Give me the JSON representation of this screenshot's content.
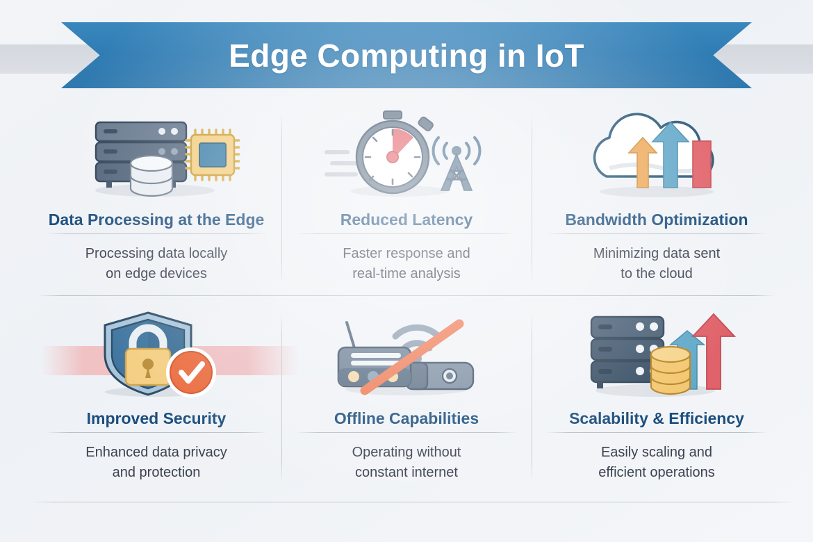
{
  "banner": {
    "title": "Edge Computing in IoT",
    "ribbon_color": "#3079ae",
    "band_color": "#d3d7dd"
  },
  "theme": {
    "background": "#eef1f5",
    "heading_color": "#1c4e7d",
    "body_text_color": "#3b4250",
    "divider_color": "#bcc2ca",
    "accent_blue": "#4a90bd",
    "accent_orange": "#e8a15c",
    "accent_red": "#e2626a",
    "accent_yellow": "#f3cd7e",
    "slate": "#4e6175"
  },
  "cards": [
    {
      "icon": "server-chip-database-icon",
      "title": "Data Processing at the Edge",
      "desc_line1": "Processing data locally",
      "desc_line2": "on edge devices"
    },
    {
      "icon": "stopwatch-signal-tower-icon",
      "title": "Reduced Latency",
      "desc_line1": "Faster response and",
      "desc_line2": "real-time analysis"
    },
    {
      "icon": "cloud-bar-arrows-icon",
      "title": "Bandwidth Optimization",
      "desc_line1": "Minimizing data sent",
      "desc_line2": "to the cloud"
    },
    {
      "icon": "shield-lock-check-icon",
      "title": "Improved Security",
      "desc_line1": "Enhanced data privacy",
      "desc_line2": "and protection"
    },
    {
      "icon": "router-wifi-disabled-icon",
      "title": "Offline Capabilities",
      "desc_line1": "Operating without",
      "desc_line2": "constant internet"
    },
    {
      "icon": "server-database-growth-arrow-icon",
      "title": "Scalability & Efficiency",
      "desc_line1": "Easily scaling and",
      "desc_line2": "efficient operations"
    }
  ]
}
